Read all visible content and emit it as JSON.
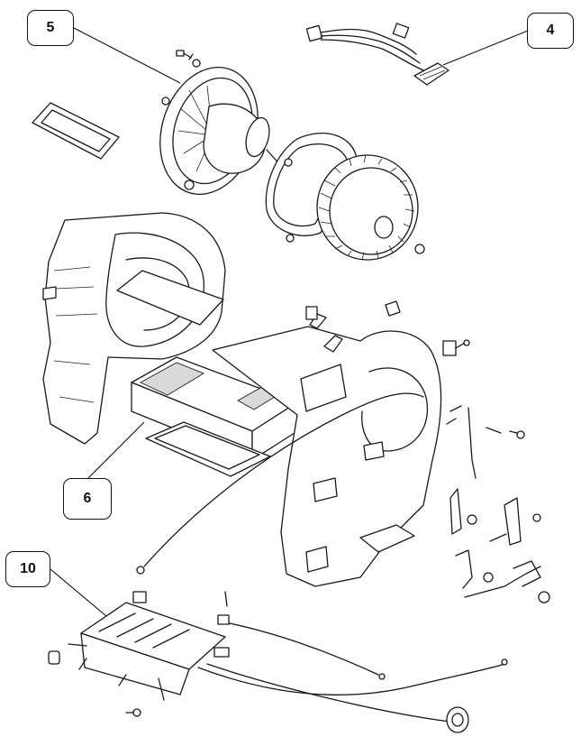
{
  "diagram": {
    "callouts": [
      {
        "id": "callout-5",
        "label": "5"
      },
      {
        "id": "callout-4",
        "label": "4"
      },
      {
        "id": "callout-6",
        "label": "6"
      },
      {
        "id": "callout-10",
        "label": "10"
      }
    ]
  }
}
